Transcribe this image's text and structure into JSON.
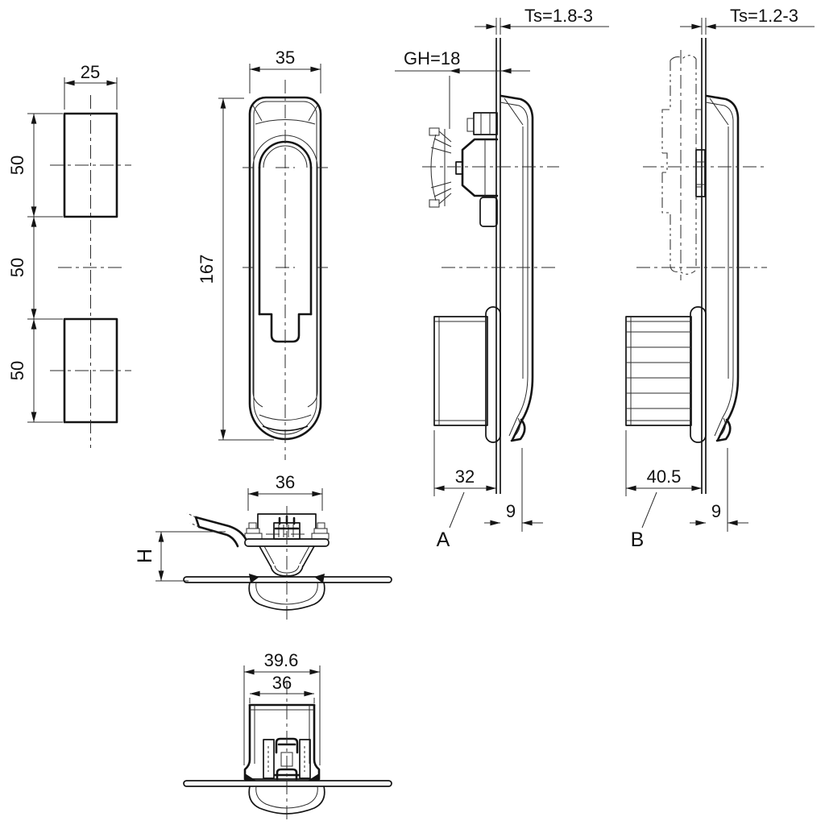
{
  "drawing": {
    "colors": {
      "line": "#141414",
      "background": "#ffffff"
    },
    "cutout_view": {
      "width": "25",
      "seg_top": "50",
      "seg_mid": "50",
      "seg_bot": "50"
    },
    "front_view": {
      "width": "35",
      "height": "167"
    },
    "view_a": {
      "label": "A",
      "panel_thickness": "Ts=1.8-3",
      "grip_height": "GH=18",
      "mount_depth": "32",
      "front_depth": "9"
    },
    "view_b": {
      "label": "B",
      "panel_thickness": "Ts=1.2-3",
      "mount_depth": "40.5",
      "front_depth": "9"
    },
    "lever_view": {
      "width": "36",
      "height": "H"
    },
    "rear_view": {
      "outer_width": "39.6",
      "inner_width": "36"
    }
  }
}
